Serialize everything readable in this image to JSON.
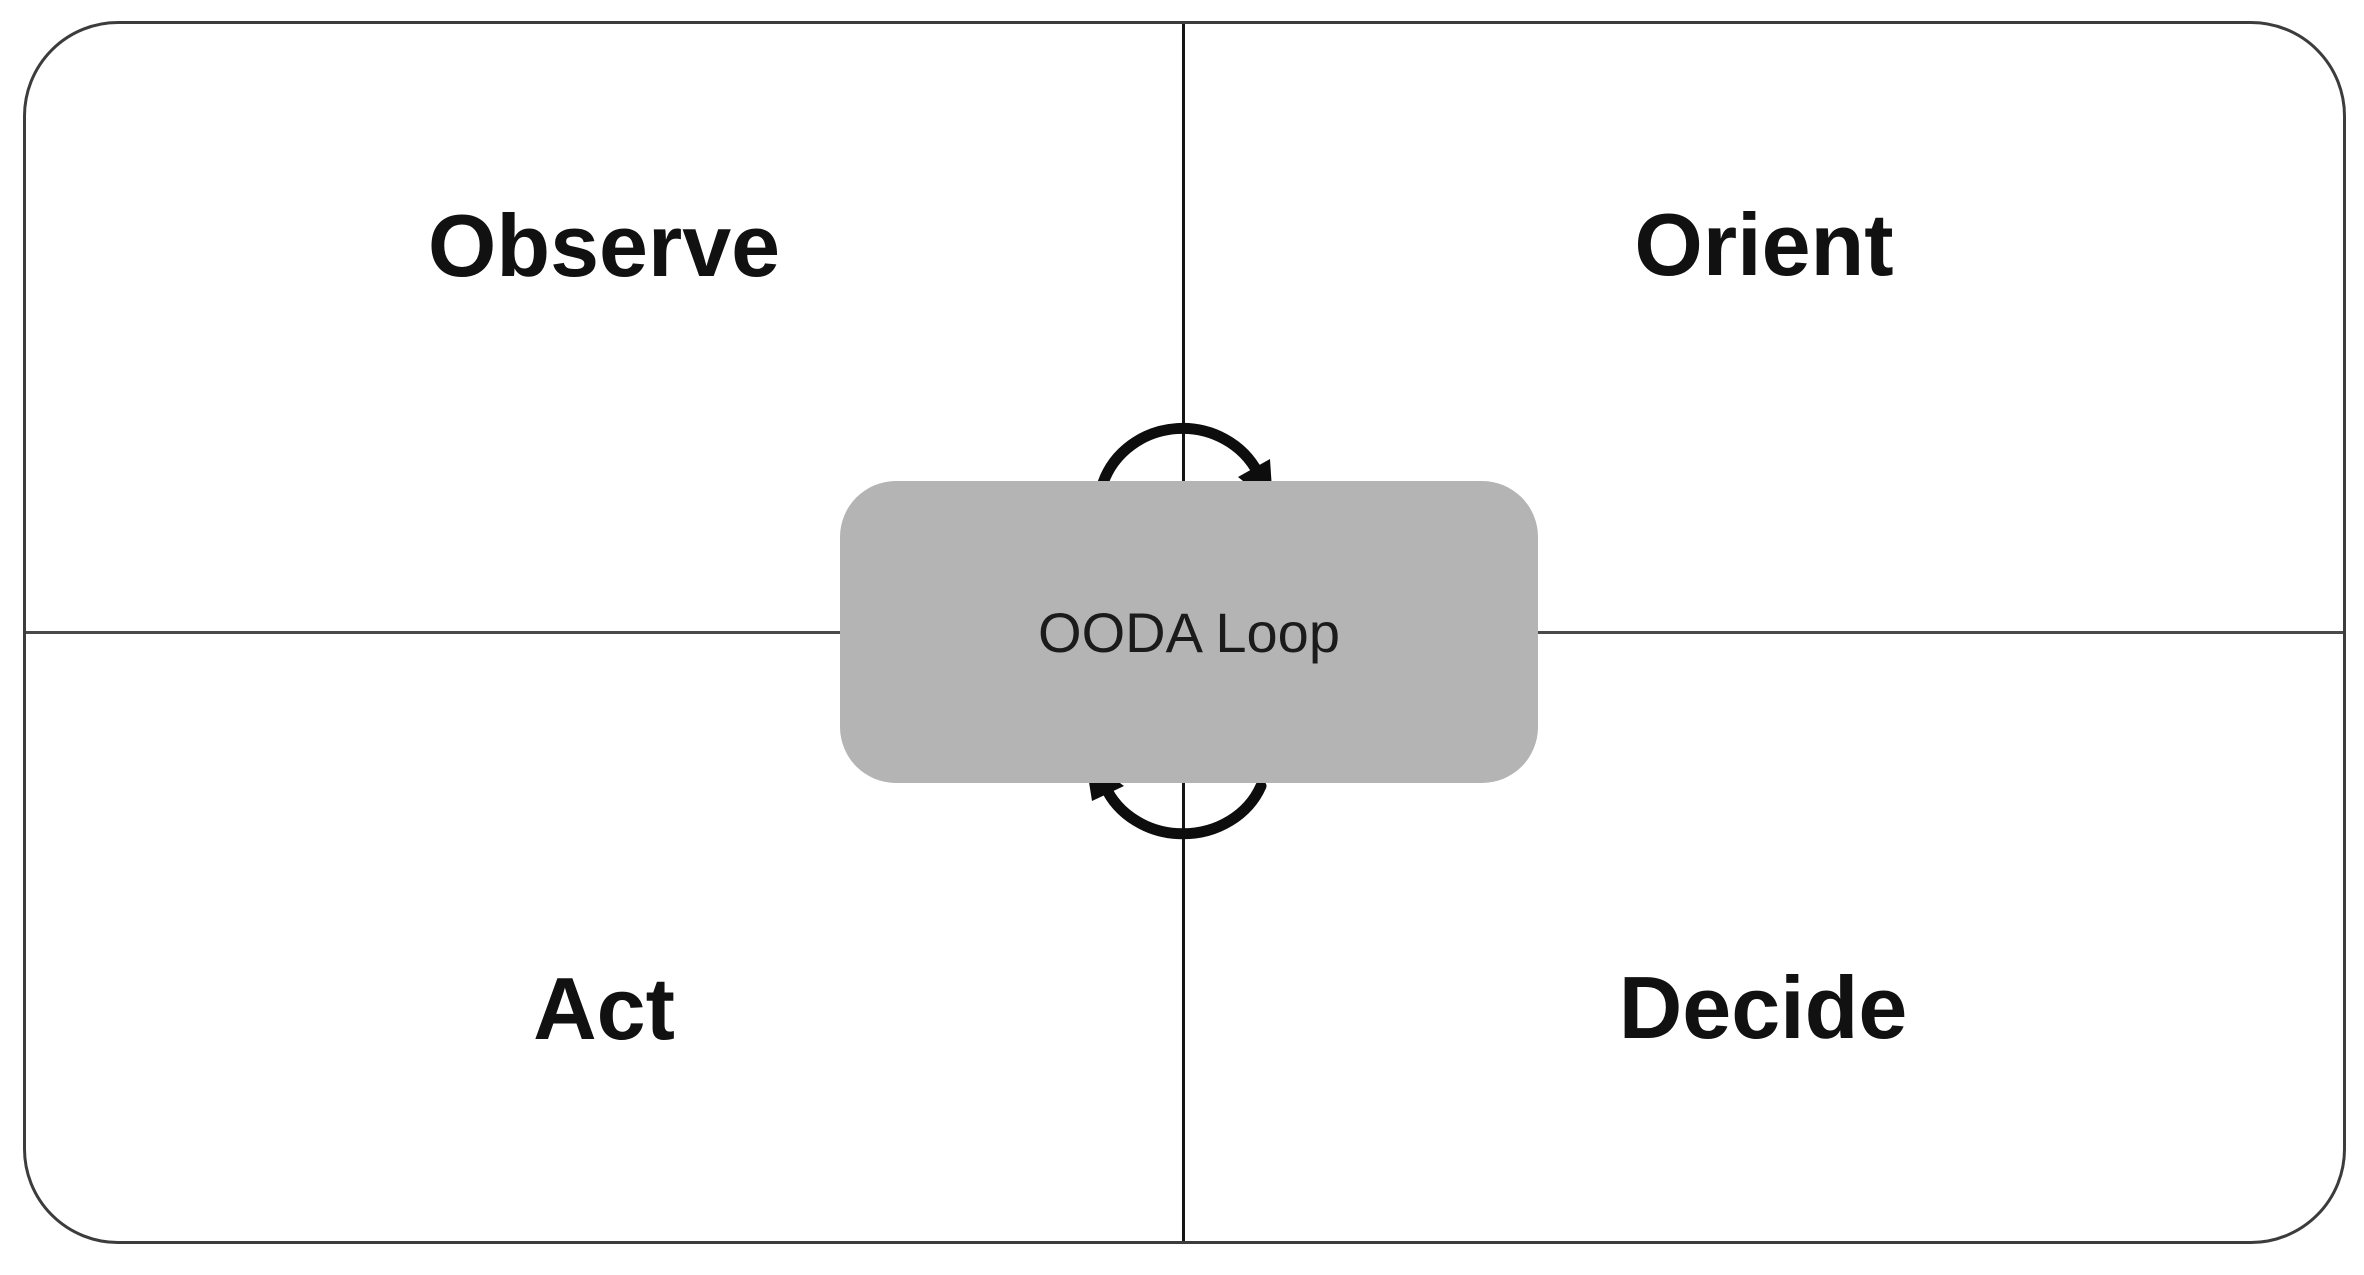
{
  "diagram": {
    "type": "quadrant-cycle",
    "title": "OODA Loop",
    "quadrants": [
      {
        "label": "Observe",
        "position": "top-left"
      },
      {
        "label": "Orient",
        "position": "top-right"
      },
      {
        "label": "Act",
        "position": "bottom-left"
      },
      {
        "label": "Decide",
        "position": "bottom-right"
      }
    ],
    "center_box": {
      "label": "OODA Loop",
      "fill": "#b4b4b4"
    },
    "arrows": [
      {
        "name": "top-rotation-arrow",
        "direction": "clockwise"
      },
      {
        "name": "bottom-rotation-arrow",
        "direction": "clockwise"
      }
    ],
    "colors": {
      "background": "#ffffff",
      "frame_border": "#3c3c3c",
      "divider_vertical": "#141414",
      "divider_horizontal": "#4a4a4a",
      "center_box_fill": "#b4b4b4",
      "text": "#111111",
      "arrow": "#0d0d0d"
    }
  }
}
